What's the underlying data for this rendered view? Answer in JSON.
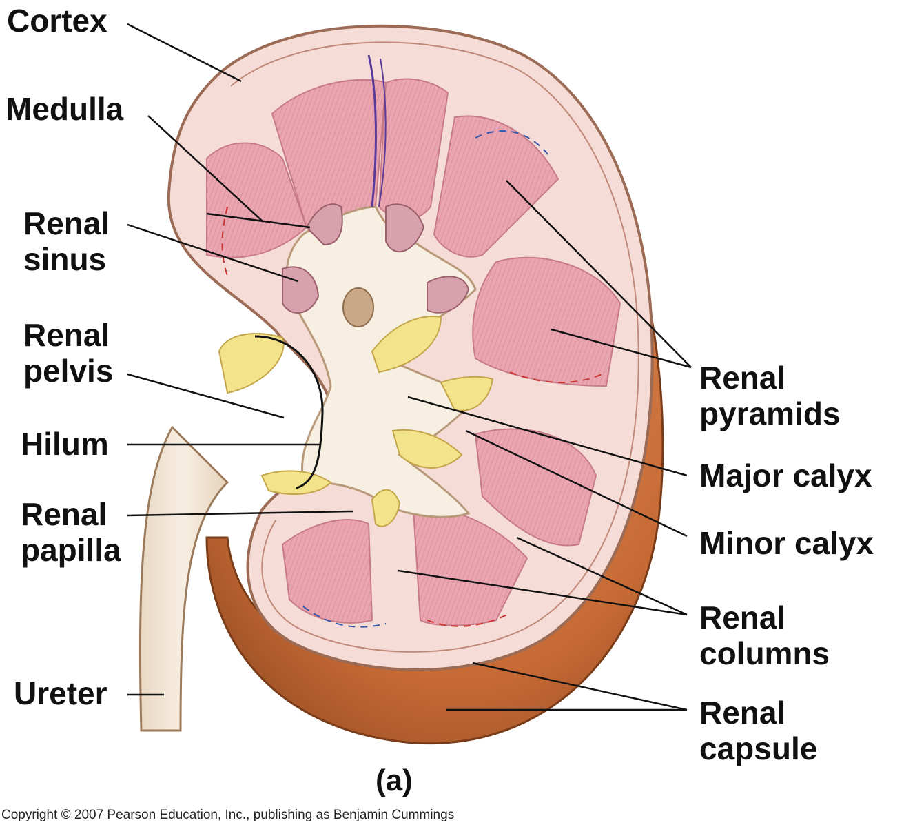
{
  "labels": {
    "cortex": [
      "Cortex"
    ],
    "medulla": [
      "Medulla"
    ],
    "renal_sinus": [
      "Renal",
      "sinus"
    ],
    "renal_pelvis": [
      "Renal",
      "pelvis"
    ],
    "hilum": [
      "Hilum"
    ],
    "renal_papilla": [
      "Renal",
      "papilla"
    ],
    "ureter": [
      "Ureter"
    ],
    "renal_pyramids": [
      "Renal",
      "pyramids"
    ],
    "major_calyx": [
      "Major calyx"
    ],
    "minor_calyx": [
      "Minor calyx"
    ],
    "renal_columns": [
      "Renal",
      "columns"
    ],
    "renal_capsule": [
      "Renal",
      "capsule"
    ]
  },
  "caption": "(a)",
  "copyright": "Copyright © 2007 Pearson Education, Inc., publishing as Benjamin Cummings",
  "colors": {
    "cortex": "#f6dcd6",
    "pyramid": "#e9a6b0",
    "sinus": "#f7efe2",
    "fat": "#f3e38a",
    "capsule": "#c66a35",
    "ureter": "#f3e7d6",
    "outline": "#8a5a3c",
    "leader": "#111111"
  }
}
